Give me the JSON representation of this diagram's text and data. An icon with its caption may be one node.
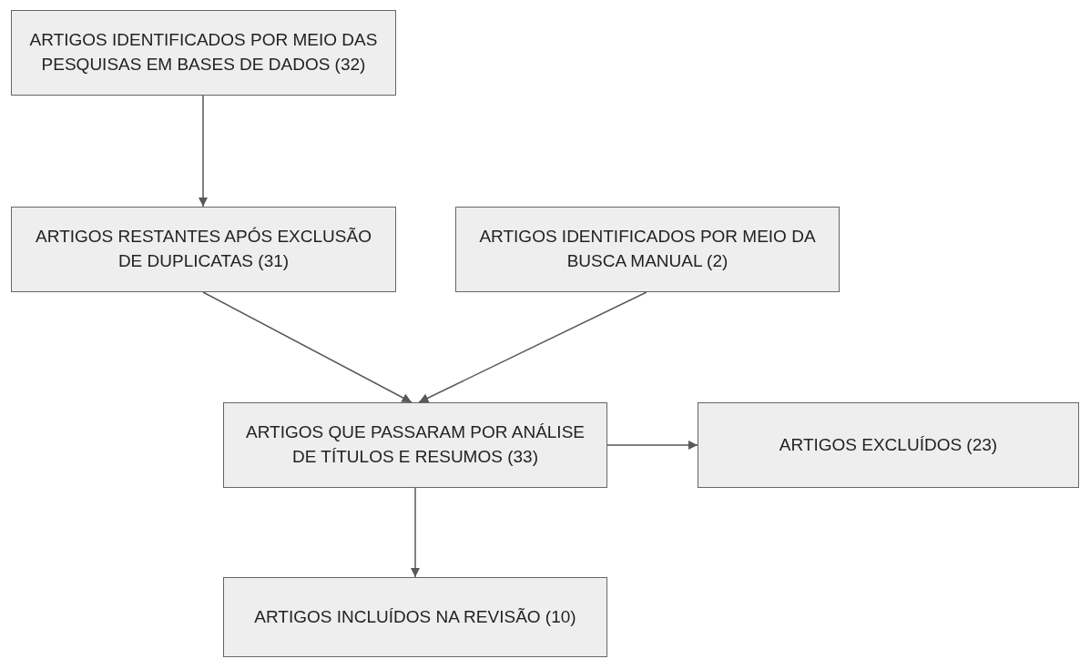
{
  "diagram": {
    "nodes": [
      {
        "text": [
          "ARTIGOS IDENTIFICADOS POR MEIO DAS PESQUISAS EM BASES DE DADOS (32)"
        ]
      },
      {
        "text": [
          "ARTIGOS RESTANTES APÓS EXCLUSÃO DE DUPLICATAS (31)"
        ]
      },
      {
        "text": [
          "ARTIGOS IDENTIFICADOS POR MEIO DA BUSCA MANUAL (2)"
        ]
      },
      {
        "text": [
          "ARTIGOS QUE PASSARAM POR ANÁLISE DE TÍTULOS E RESUMOS (33)"
        ]
      },
      {
        "text": [
          "ARTIGOS EXCLUÍDOS (23)"
        ]
      },
      {
        "text": [
          "ARTIGOS INCLUÍDOS NA REVISÃO (10)"
        ]
      }
    ],
    "edges": [
      {
        "from": 0,
        "to": 1,
        "arrow": "to"
      },
      {
        "from": 1,
        "to": 3,
        "arrow": "to"
      },
      {
        "from": 2,
        "to": 3,
        "arrow": "to"
      },
      {
        "from": 3,
        "to": 4,
        "arrow": "to"
      },
      {
        "from": 3,
        "to": 5,
        "arrow": "to"
      }
    ]
  }
}
